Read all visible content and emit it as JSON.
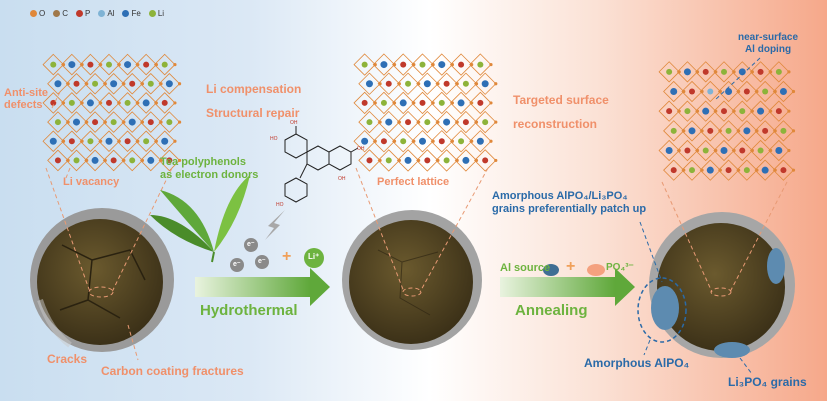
{
  "legend": [
    {
      "label": "O",
      "color": "#e0883a"
    },
    {
      "label": "C",
      "color": "#a0784a"
    },
    {
      "label": "P",
      "color": "#c0392b"
    },
    {
      "label": "Al",
      "color": "#7fb3d5"
    },
    {
      "label": "Fe",
      "color": "#2e6fb5"
    },
    {
      "label": "Li",
      "color": "#8db33a"
    }
  ],
  "stage1": {
    "anti_site_line1": "Anti-site",
    "anti_site_line2": "defects",
    "li_vacancy": "Li vacancy",
    "cracks": "Cracks",
    "carbon_fractures": "Carbon coating fractures"
  },
  "process1": {
    "li_comp": "Li compensation",
    "struct_repair": "Structural repair",
    "tea_line1": "Tea polyphenols",
    "tea_line2": "as electron donors",
    "electron": "e⁻",
    "li_ion": "Li⁺",
    "plus": "+",
    "arrow_label": "Hydrothermal"
  },
  "stage2": {
    "perfect_lattice": "Perfect lattice"
  },
  "process2": {
    "targeted_line1": "Targeted surface",
    "targeted_line2": "reconstruction",
    "al_source": "Al source",
    "po4": "PO₄³⁻",
    "plus": "+",
    "arrow_label": "Annealing"
  },
  "stage3": {
    "near_surface_line1": "near-surface",
    "near_surface_line2": "Al doping",
    "patch_line1": "Amorphous AlPO₄/Li₃PO₄",
    "patch_line2": "grains preferentially patch up",
    "amorphous_alpo4": "Amorphous AlPO₄",
    "li3po4_grains": "Li₃PO₄ grains"
  }
}
